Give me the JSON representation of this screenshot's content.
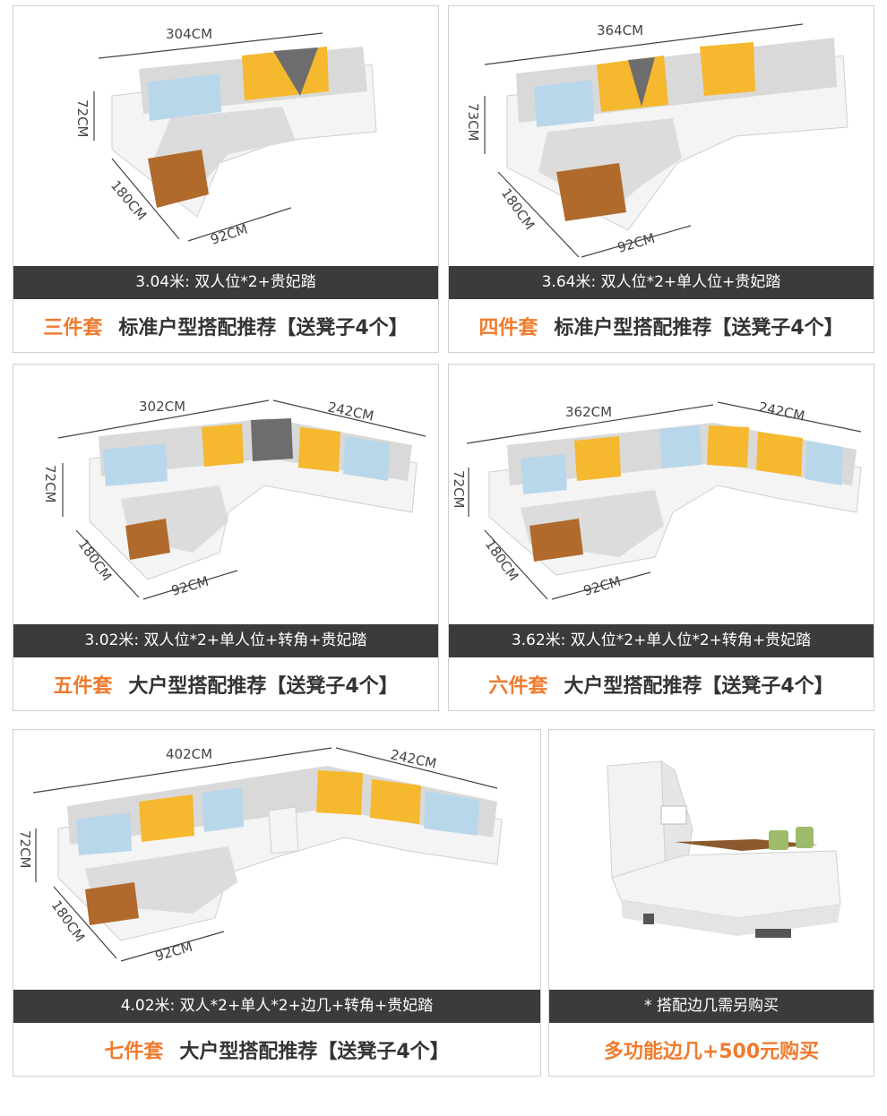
{
  "cards": [
    {
      "bar": "3.04米: 双人位*2+贵妃踏",
      "set_name": "三件套",
      "recommend": "标准户型搭配推荐【送凳子4个】",
      "dims": {
        "length": "304CM",
        "height": "72CM",
        "depth": "180CM",
        "width": "92CM"
      }
    },
    {
      "bar": "3.64米: 双人位*2+单人位+贵妃踏",
      "set_name": "四件套",
      "recommend": "标准户型搭配推荐【送凳子4个】",
      "dims": {
        "length": "364CM",
        "height": "73CM",
        "depth": "180CM",
        "width": "92CM"
      }
    },
    {
      "bar": "3.02米: 双人位*2+单人位+转角+贵妃踏",
      "set_name": "五件套",
      "recommend": "大户型搭配推荐【送凳子4个】",
      "dims": {
        "length": "302CM",
        "side": "242CM",
        "height": "72CM",
        "depth": "180CM",
        "width": "92CM"
      }
    },
    {
      "bar": "3.62米: 双人位*2+单人位*2+转角+贵妃踏",
      "set_name": "六件套",
      "recommend": "大户型搭配推荐【送凳子4个】",
      "dims": {
        "length": "362CM",
        "side": "242CM",
        "height": "72CM",
        "depth": "180CM",
        "width": "92CM"
      }
    },
    {
      "bar": "4.02米: 双人*2+单人*2+边几+转角+贵妃踏",
      "set_name": "七件套",
      "recommend": "大户型搭配推荐【送凳子4个】",
      "dims": {
        "length": "402CM",
        "side": "242CM",
        "height": "72CM",
        "depth": "180CM",
        "width": "92CM"
      }
    },
    {
      "bar": "* 搭配边几需另购买",
      "promo": "多功能边几+500元购买"
    }
  ],
  "colors": {
    "accent": "#f07b2e",
    "bar_bg": "#3b3b3b",
    "fabric": "#d9d9d9",
    "frame": "#f4f4f4"
  }
}
